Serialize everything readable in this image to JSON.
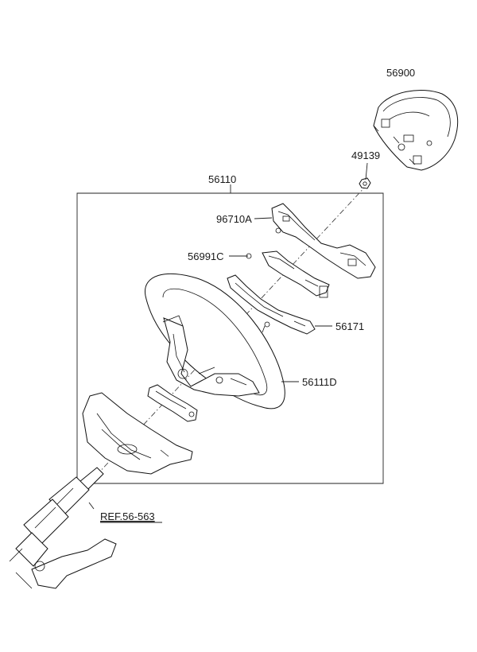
{
  "labels": {
    "airbag": "56900",
    "nut": "49139",
    "wheel_assembly": "56110",
    "switch": "96710A",
    "cover": "56991C",
    "bracket": "56171",
    "wheel": "56111D",
    "reference": "REF.56-563"
  }
}
